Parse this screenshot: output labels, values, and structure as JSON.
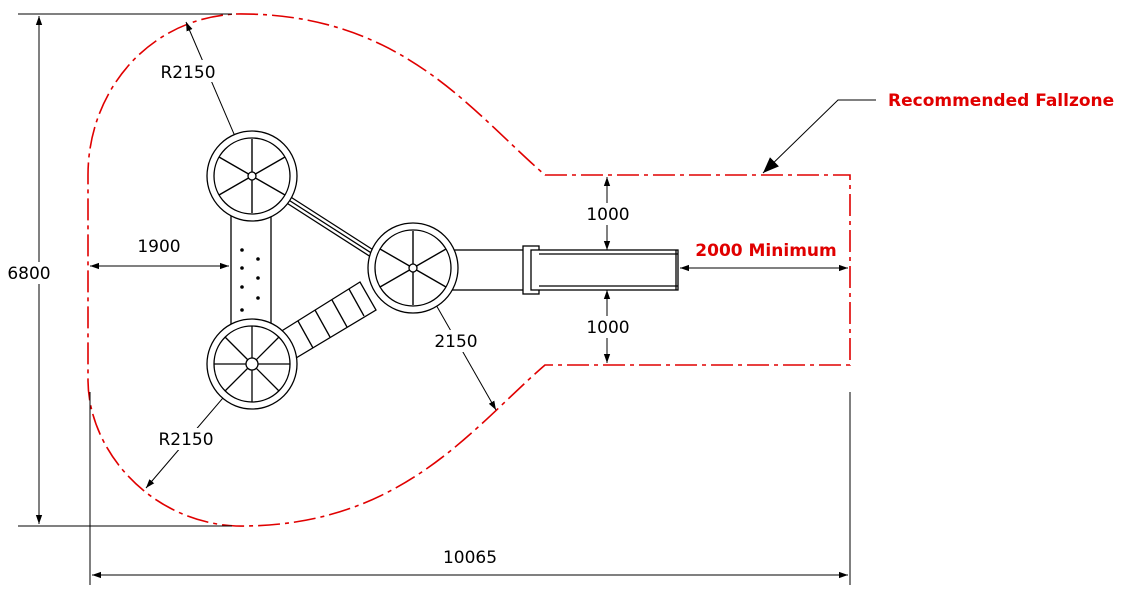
{
  "colors": {
    "fallzone": "#e00000",
    "callout": "#e00000",
    "lines": "#000000"
  },
  "labels": {
    "callout": "Recommended Fallzone",
    "minimum": "2000 Minimum"
  },
  "dimensions": {
    "height_total": "6800",
    "width_total": "10065",
    "radius_top": "R2150",
    "radius_bottom": "R2150",
    "radius_mid": "2150",
    "offset_left": "1900",
    "slide_top_clear": "1000",
    "slide_bottom_clear": "1000"
  }
}
